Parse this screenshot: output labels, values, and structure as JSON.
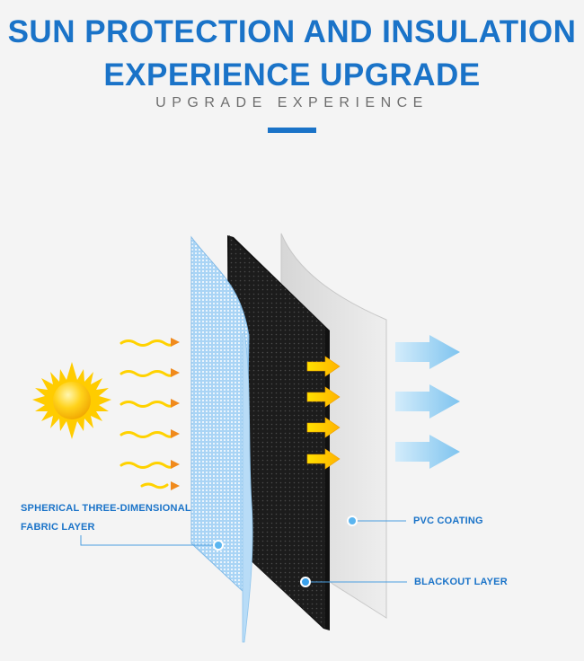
{
  "header": {
    "title_line1": "SUN PROTECTION AND INSULATION",
    "title_line2": "EXPERIENCE UPGRADE",
    "subtitle": "UPGRADE EXPERIENCE"
  },
  "colors": {
    "accent": "#1a73c8",
    "background": "#f4f4f4",
    "fabric_layer": "#9ccbf2",
    "blackout_layer": "#1e1e1e",
    "pvc_layer": "#e4e4e4",
    "sun": "#ffc800",
    "heat_arrow": "#f08a1c",
    "cool_arrow": "#8fcdf2"
  },
  "layers": [
    {
      "id": "fabric",
      "label_line1": "SPHERICAL THREE-DIMENSIONAL",
      "label_line2": "FABRIC LAYER"
    },
    {
      "id": "blackout",
      "label": "BLACKOUT LAYER"
    },
    {
      "id": "pvc",
      "label": "PVC COATING"
    }
  ],
  "icons": [
    "sun-icon",
    "heat-wave-arrow-icon",
    "yellow-arrow-icon",
    "cool-air-arrow-icon"
  ]
}
